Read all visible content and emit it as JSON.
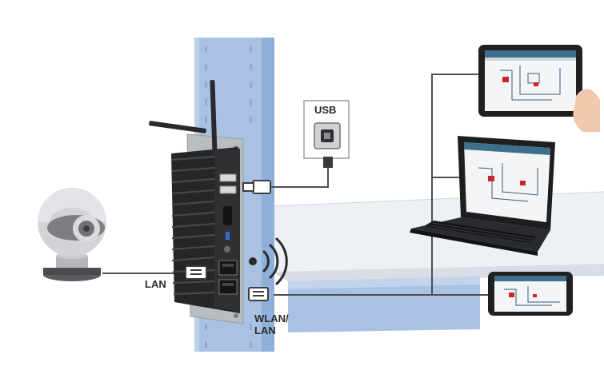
{
  "labels": {
    "usb": "USB",
    "lan": "LAN",
    "wlan_line1": "WLAN/",
    "wlan_line2": "LAN"
  },
  "colors": {
    "rack": "#a9c2e3",
    "rack_dark": "#86a7d2",
    "shelf": "#e9edf2",
    "device_body": "#2c2c2e",
    "cable": "#4d4f52",
    "screen_accent": "#c9252b"
  },
  "icons": {
    "camera": "webcam-icon",
    "controller": "mini-pc-icon",
    "wireless": "wifi-signal-icon",
    "tablet": "tablet-icon",
    "laptop": "laptop-icon",
    "phone": "smartphone-icon"
  }
}
